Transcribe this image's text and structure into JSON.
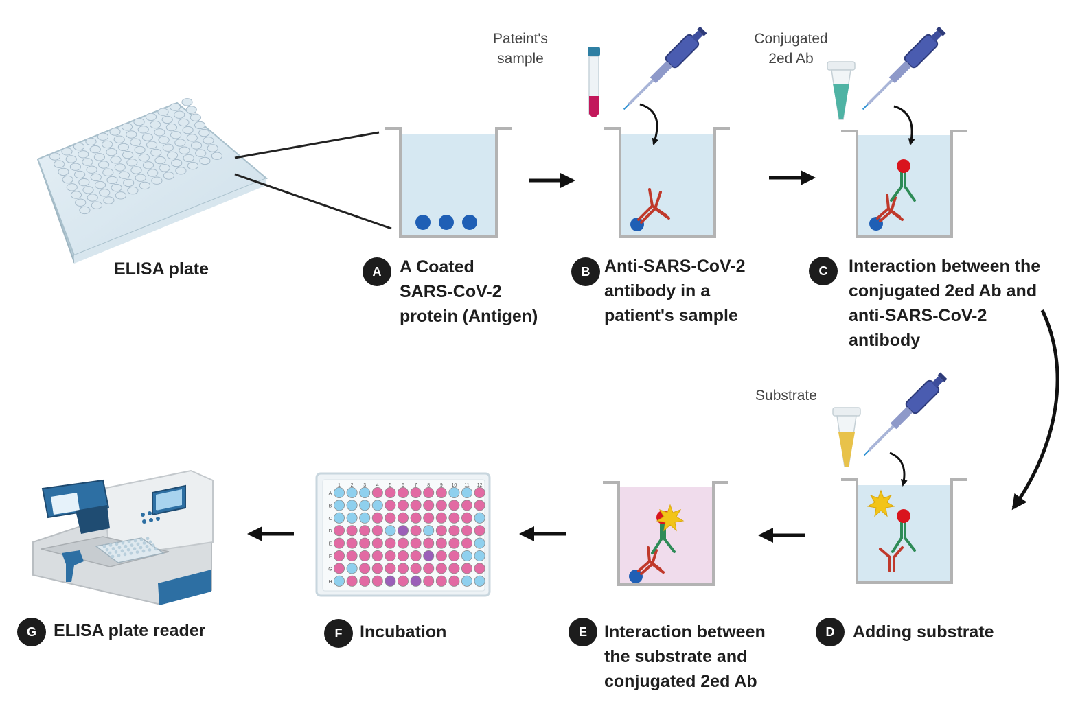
{
  "elisa_plate_label": "ELISA plate",
  "small_labels": {
    "patient_sample": [
      "Pateint's",
      "sample"
    ],
    "conjugated_ab": [
      "Conjugated",
      "2ed Ab"
    ],
    "substrate": "Substrate"
  },
  "plate_f": {
    "columns": [
      "1",
      "2",
      "3",
      "4",
      "5",
      "6",
      "7",
      "8",
      "9",
      "10",
      "11",
      "12"
    ],
    "rows": [
      "A",
      "B",
      "C",
      "D",
      "E",
      "F",
      "G",
      "H"
    ]
  },
  "steps": {
    "A": {
      "badge": "A",
      "lines": [
        "A Coated",
        "SARS-CoV-2",
        "protein (Antigen)"
      ]
    },
    "B": {
      "badge": "B",
      "lines": [
        "Anti-SARS-CoV-2",
        "antibody in a",
        "patient's sample"
      ]
    },
    "C": {
      "badge": "C",
      "lines": [
        "Interaction between the",
        "conjugated 2ed Ab and",
        "anti-SARS-CoV-2",
        "antibody"
      ]
    },
    "D": {
      "badge": "D",
      "lines": [
        "Adding substrate"
      ]
    },
    "E": {
      "badge": "E",
      "lines": [
        "Interaction between",
        "the substrate and",
        "conjugated 2ed Ab"
      ]
    },
    "F": {
      "badge": "F",
      "lines": [
        "Incubation"
      ]
    },
    "G": {
      "badge": "G",
      "lines": [
        "ELISA plate reader"
      ]
    }
  },
  "colors": {
    "well_fluid": "#d6e8f2",
    "well_fluid_pink": "#f0dcec",
    "well_wall": "#b3b3b3",
    "antigen_blue": "#1f5fb5",
    "antibody_red": "#c0392b",
    "antibody_green": "#2e8b57",
    "enzyme_red": "#d9141d",
    "pipette_blue": "#4a5cb0",
    "substrate_yellow": "#e8c24a",
    "conjugate_teal": "#4fb3a4",
    "plate_pink": "#e26aa3",
    "plate_blue": "#8fd0ee",
    "plate_purple": "#9b5fb8"
  }
}
